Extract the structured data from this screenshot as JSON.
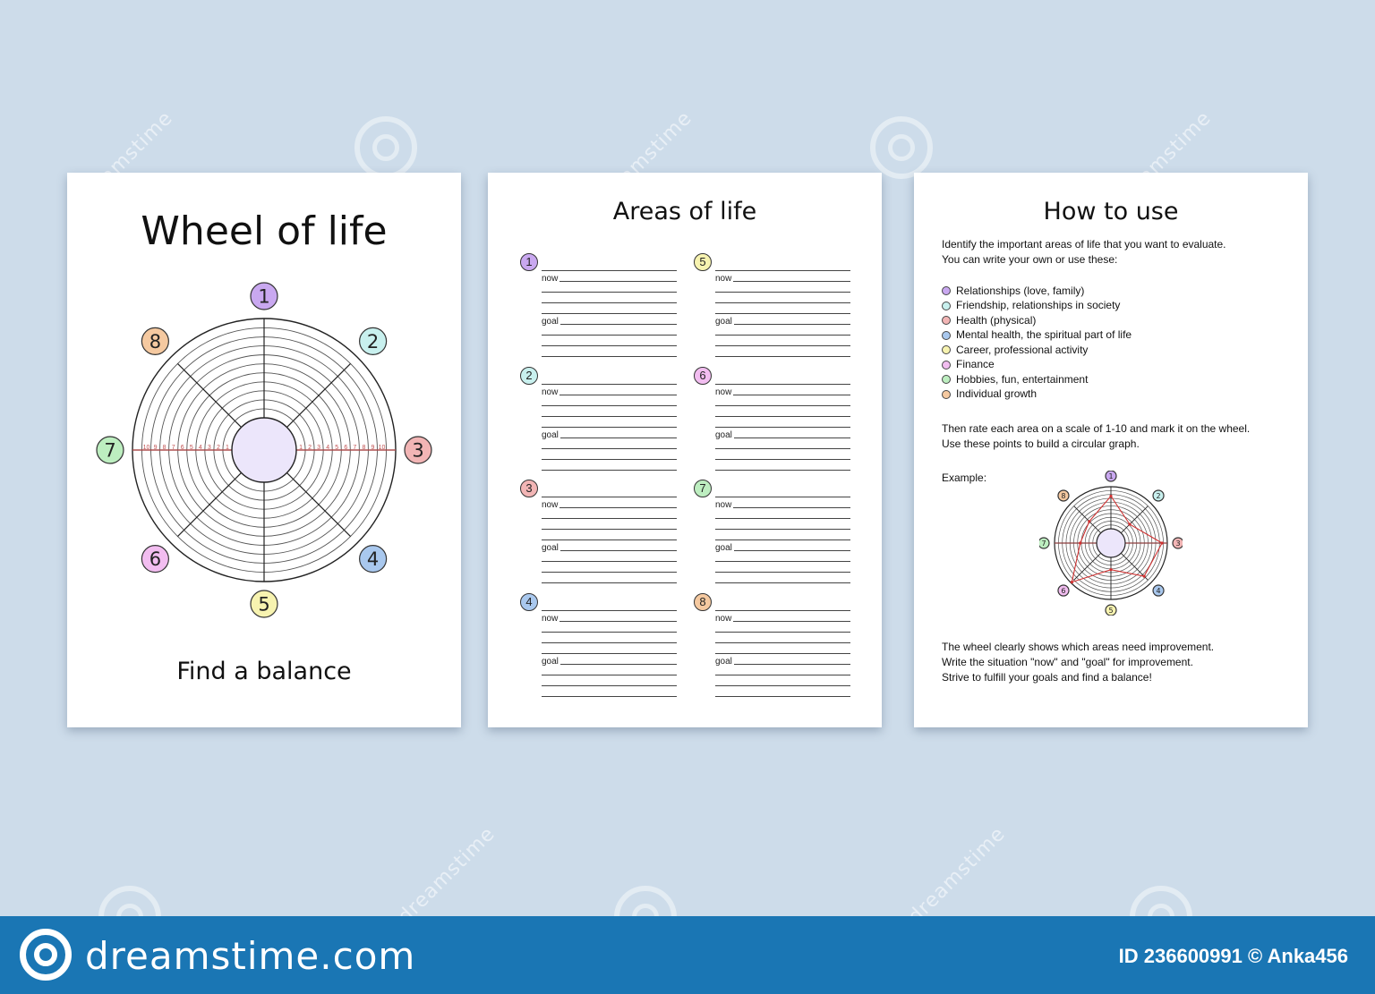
{
  "colors": {
    "background": "#cddcea",
    "footer": "#1a76b4",
    "area_1": "#c9a8f0",
    "area_2": "#c8f0ee",
    "area_3": "#f2b5b5",
    "area_4": "#a9c8ee",
    "area_5": "#f7f3b0",
    "area_6": "#f2bdf0",
    "area_7": "#bdeec0",
    "area_8": "#f5c9a0",
    "wheel_center": "#ece6fb",
    "scale_red": "#c05050"
  },
  "page1": {
    "title": "Wheel of life",
    "subtitle": "Find a balance",
    "wheel_numbers": [
      "1",
      "2",
      "3",
      "4",
      "5",
      "6",
      "7",
      "8"
    ],
    "scale_left": [
      "10",
      "9",
      "8",
      "7",
      "6",
      "5",
      "4",
      "3",
      "2",
      "1"
    ],
    "scale_right": [
      "1",
      "2",
      "3",
      "4",
      "5",
      "6",
      "7",
      "8",
      "9",
      "10"
    ]
  },
  "page2": {
    "title": "Areas of life",
    "areas": [
      {
        "num": "1",
        "now": "now",
        "goal": "goal"
      },
      {
        "num": "2",
        "now": "now",
        "goal": "goal"
      },
      {
        "num": "3",
        "now": "now",
        "goal": "goal"
      },
      {
        "num": "4",
        "now": "now",
        "goal": "goal"
      },
      {
        "num": "5",
        "now": "now",
        "goal": "goal"
      },
      {
        "num": "6",
        "now": "now",
        "goal": "goal"
      },
      {
        "num": "7",
        "now": "now",
        "goal": "goal"
      },
      {
        "num": "8",
        "now": "now",
        "goal": "goal"
      }
    ]
  },
  "page3": {
    "title": "How to use",
    "intro_line1": "Identify the important areas of life that you want  to evaluate.",
    "intro_line2": "You can write your own or use these:",
    "areas": [
      "Relationships (love, family)",
      "Friendship, relationships in society",
      "Health (physical)",
      "Mental health, the spiritual part of life",
      "Career, professional activity",
      "Finance",
      "Hobbies, fun, entertainment",
      "Individual growth"
    ],
    "rate_line1": "Then rate each area on a scale of 1-10 and mark it on the wheel.",
    "rate_line2": "Use these points to build a circular graph.",
    "example_label": "Example:",
    "outro_line1": "The wheel clearly shows which areas need improvement.",
    "outro_line2": "Write the situation \"now\" and \"goal\" for improvement.",
    "outro_line3": "Strive to fulfill your goals and find a balance!"
  },
  "chart_data": {
    "type": "radar",
    "title": "Example",
    "categories": [
      "1",
      "2",
      "3",
      "4",
      "5",
      "6",
      "7",
      "8"
    ],
    "values": [
      8,
      3,
      9,
      8,
      3,
      10,
      4,
      4
    ],
    "range": [
      0,
      10
    ]
  },
  "watermark": {
    "text": "dreamstime"
  },
  "footer": {
    "brand": "dreamstime.com",
    "id_credit": "ID 236600991 © Anka456"
  }
}
